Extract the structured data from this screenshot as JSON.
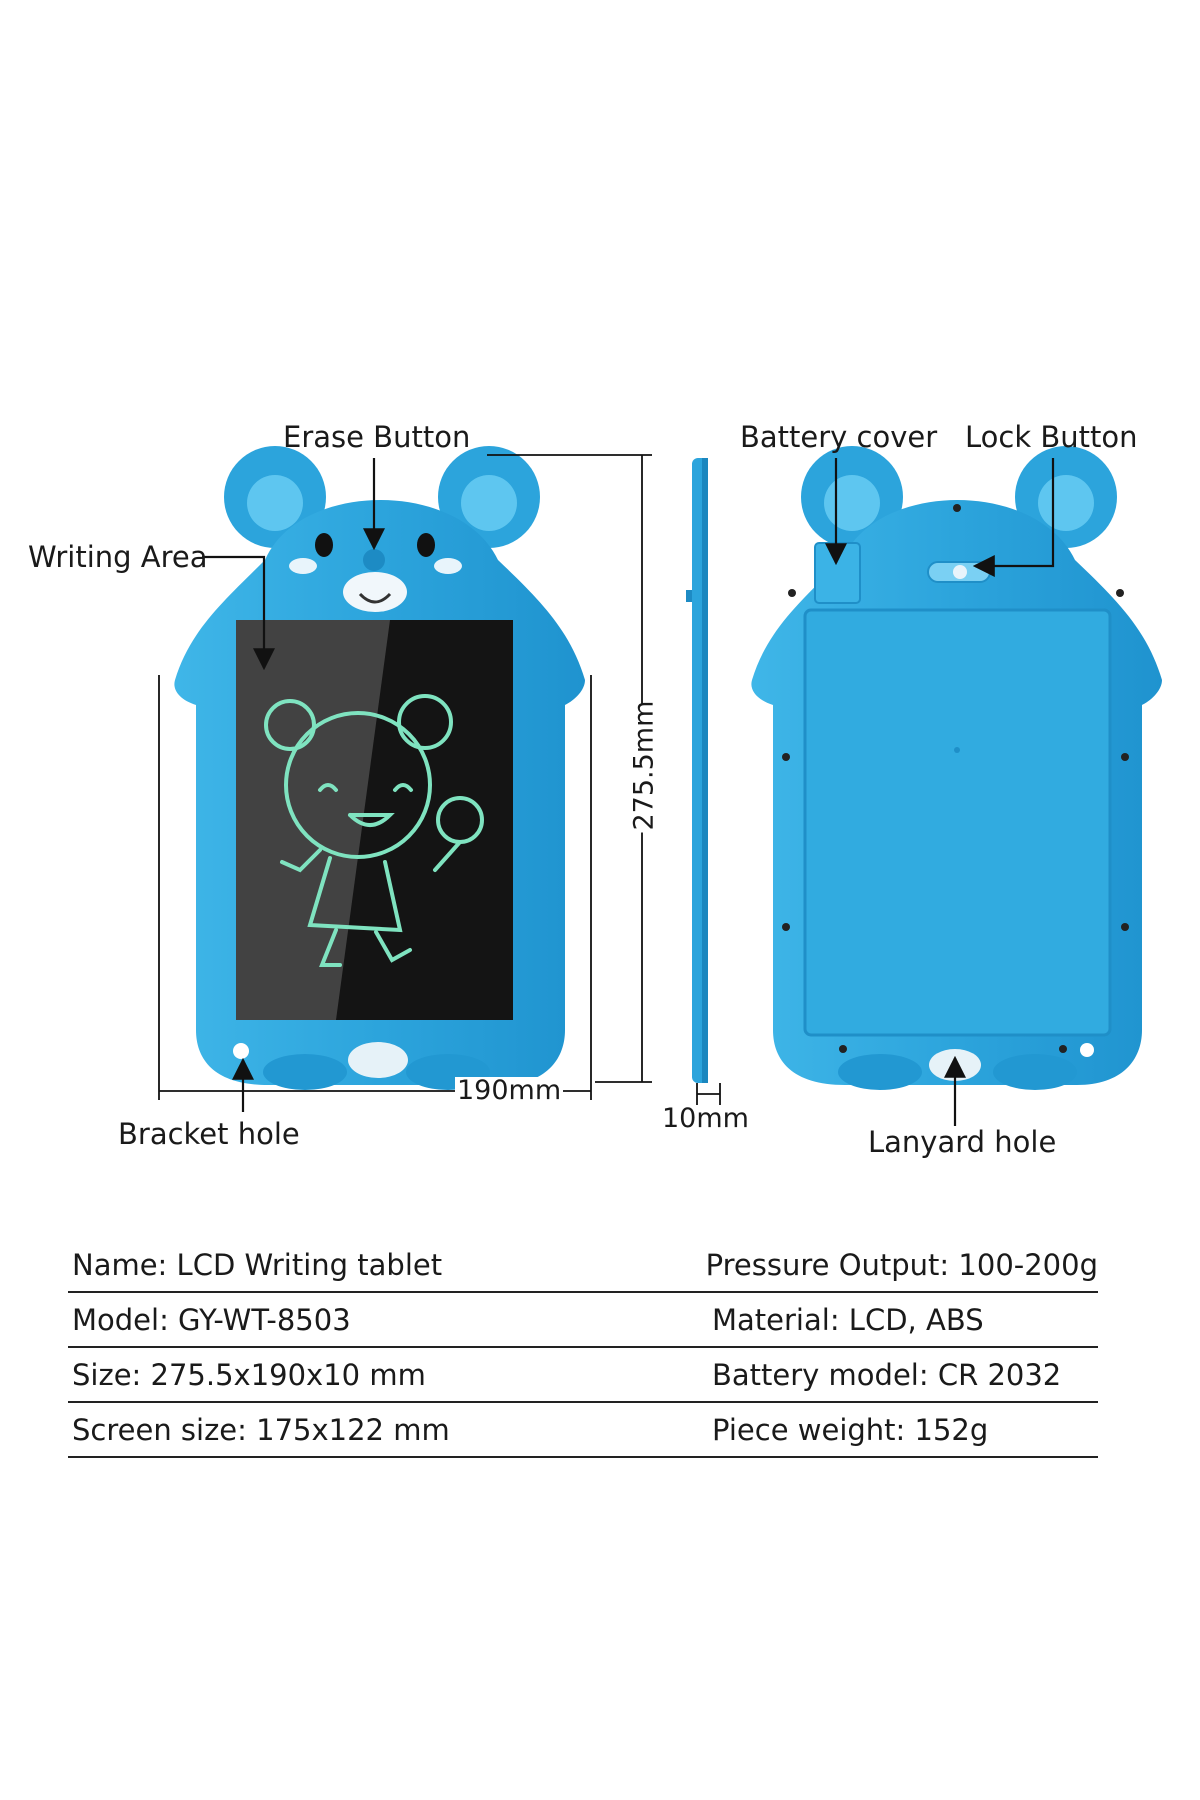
{
  "callouts": {
    "erase_button": "Erase Button",
    "writing_area": "Writing Area",
    "bracket_hole": "Bracket hole",
    "battery_cover": "Battery cover",
    "lock_button": "Lock Button",
    "lanyard_hole": "Lanyard hole"
  },
  "dimensions": {
    "height": "275.5mm",
    "width": "190mm",
    "thickness": "10mm"
  },
  "specs": [
    {
      "left": "Name: LCD Writing tablet",
      "right": "Pressure Output: 100-200g"
    },
    {
      "left": "Model: GY-WT-8503",
      "right": "Material: LCD, ABS"
    },
    {
      "left": "Size: 275.5x190x10 mm",
      "right": "Battery model: CR 2032"
    },
    {
      "left": "Screen size: 175x122 mm",
      "right": "Piece weight: 152g"
    }
  ],
  "colors": {
    "body_blue": "#2fa8dd",
    "body_light": "#5cc3ee",
    "screen": "#161616",
    "drawing": "#7fe3c0"
  }
}
